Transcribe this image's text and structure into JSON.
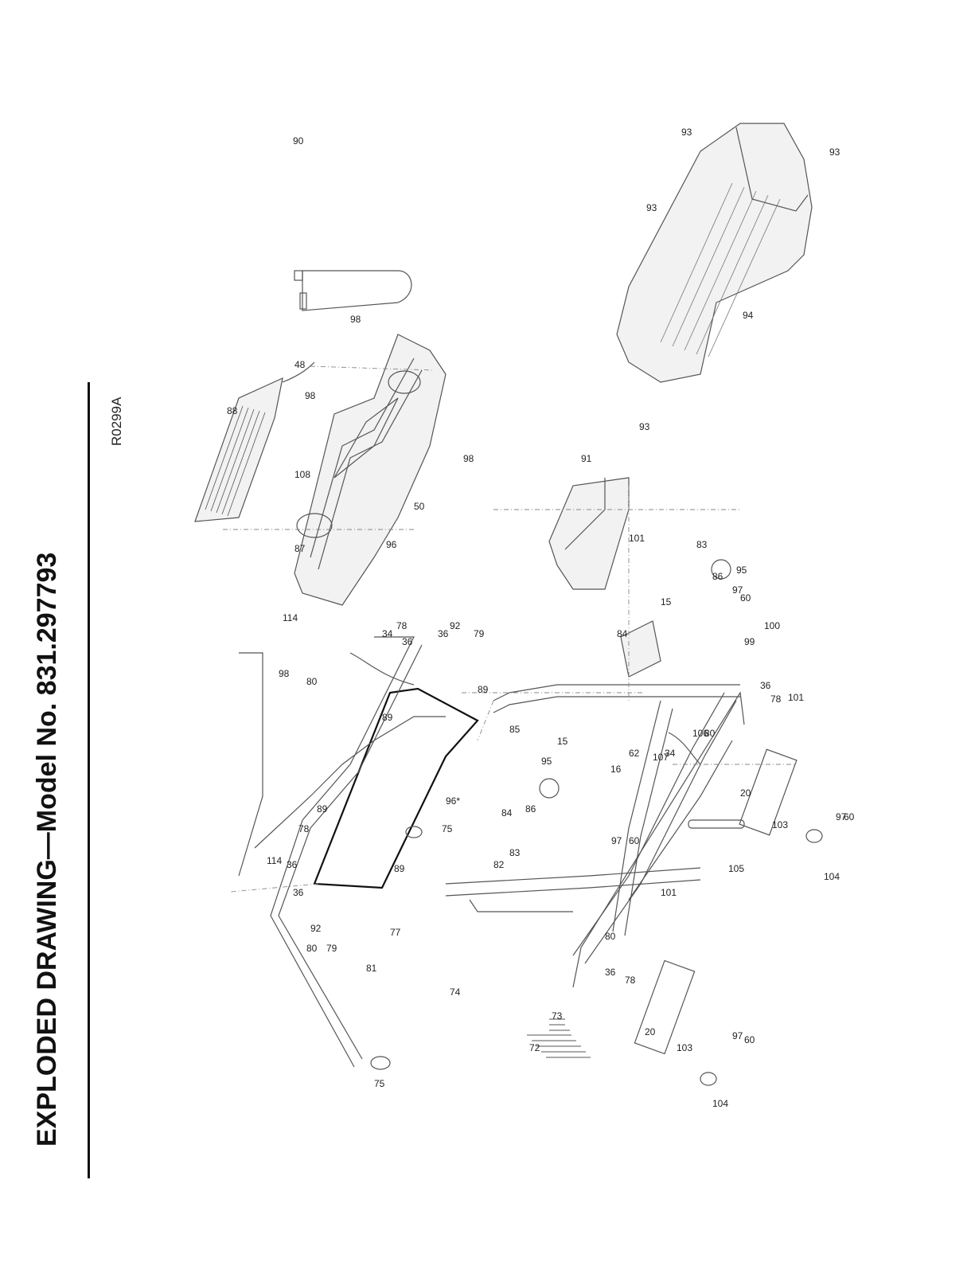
{
  "header": {
    "title": "EXPLODED DRAWING—Model No. 831.297793",
    "drawing_code": "R0299A"
  },
  "callouts": {
    "c15a": "15",
    "c15b": "15",
    "c16": "16",
    "c20a": "20",
    "c20b": "20",
    "c34a": "34",
    "c34b": "34",
    "c36a": "36",
    "c36b": "36",
    "c36c": "36",
    "c36d": "36",
    "c36e": "36",
    "c48": "48",
    "c50": "50",
    "c60a": "60",
    "c60b": "60",
    "c60c": "60",
    "c60d": "60",
    "c62": "62",
    "c72": "72",
    "c73": "73",
    "c74": "74",
    "c75a": "75",
    "c75b": "75",
    "c77": "77",
    "c78a": "78",
    "c78b": "78",
    "c78c": "78",
    "c78d": "78",
    "c79a": "79",
    "c79b": "79",
    "c80a": "80",
    "c80b": "80",
    "c80c": "80",
    "c80d": "80",
    "c81": "81",
    "c82": "82",
    "c83a": "83",
    "c83b": "83",
    "c84a": "84",
    "c84b": "84",
    "c85": "85",
    "c86a": "86",
    "c86b": "86",
    "c87": "87",
    "c88": "88",
    "c89a": "89",
    "c89b": "89",
    "c89c": "89",
    "c89d": "89",
    "c90": "90",
    "c91": "91",
    "c92a": "92",
    "c92b": "92",
    "c93a": "93",
    "c93b": "93",
    "c93c": "93",
    "c93d": "93",
    "c94": "94",
    "c95a": "95",
    "c95b": "95",
    "c96": "96",
    "c96b": "96*",
    "c97a": "97",
    "c97b": "97",
    "c97c": "97",
    "c97d": "97",
    "c98a": "98",
    "c98b": "98",
    "c98c": "98",
    "c98d": "98",
    "c99": "99",
    "c100": "100",
    "c101a": "101",
    "c101b": "101",
    "c101c": "101",
    "c103a": "103",
    "c103b": "103",
    "c104a": "104",
    "c104b": "104",
    "c105": "105",
    "c106": "106",
    "c107": "107",
    "c108": "108",
    "c114a": "114",
    "c114b": "114"
  }
}
